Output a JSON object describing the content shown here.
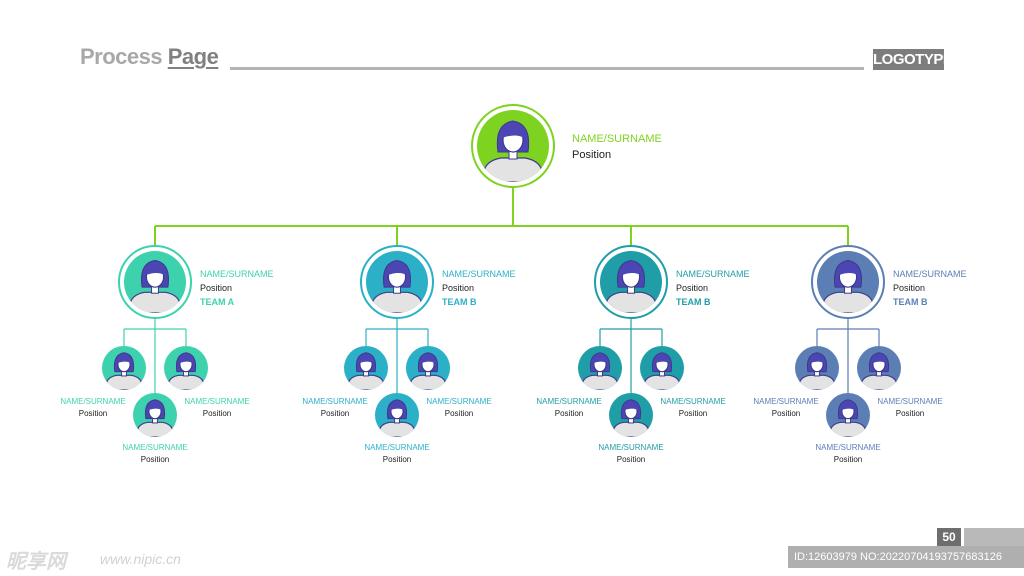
{
  "header": {
    "title_part1": "Process ",
    "title_part2": "Page",
    "logo": "LOGOTYPE"
  },
  "colors": {
    "head": "#7ed321",
    "connector": "#7ed321",
    "team_a": "#3dd2ad",
    "team_b1": "#2bb0c8",
    "team_b2": "#1f9ea7",
    "team_b3": "#5b7fb5",
    "skin": "#ffffff",
    "body": "#e3e3e3",
    "hair": "#4b46b3",
    "outline": "#3e3a8a",
    "dark_text": "#222222"
  },
  "head": {
    "name": "NAME/SURNAME",
    "position": "Position"
  },
  "teams": [
    {
      "name": "NAME/SURNAME",
      "position": "Position",
      "team": "TEAM A",
      "members": [
        {
          "name": "NAME/SURNAME",
          "position": "Position"
        },
        {
          "name": "NAME/SURNAME",
          "position": "Position"
        },
        {
          "name": "NAME/SURNAME",
          "position": "Position"
        }
      ]
    },
    {
      "name": "NAME/SURNAME",
      "position": "Position",
      "team": "TEAM B",
      "members": [
        {
          "name": "NAME/SURNAME",
          "position": "Position"
        },
        {
          "name": "NAME/SURNAME",
          "position": "Position"
        },
        {
          "name": "NAME/SURNAME",
          "position": "Position"
        }
      ]
    },
    {
      "name": "NAME/SURNAME",
      "position": "Position",
      "team": "TEAM B",
      "members": [
        {
          "name": "NAME/SURNAME",
          "position": "Position"
        },
        {
          "name": "NAME/SURNAME",
          "position": "Position"
        },
        {
          "name": "NAME/SURNAME",
          "position": "Position"
        }
      ]
    },
    {
      "name": "NAME/SURNAME",
      "position": "Position",
      "team": "TEAM B",
      "members": [
        {
          "name": "NAME/SURNAME",
          "position": "Position"
        },
        {
          "name": "NAME/SURNAME",
          "position": "Position"
        },
        {
          "name": "NAME/SURNAME",
          "position": "Position"
        }
      ]
    }
  ],
  "footer": {
    "page_number": "50"
  },
  "watermark": {
    "site": "昵享网",
    "url": "www.nipic.cn",
    "id": "ID:12603979 NO:20220704193757683126"
  }
}
